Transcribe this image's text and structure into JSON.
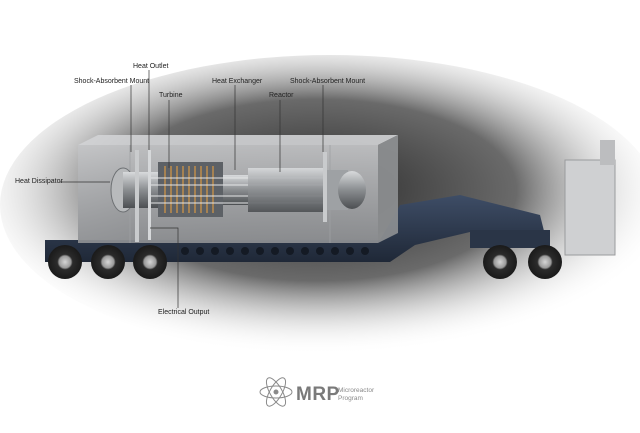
{
  "labels": {
    "heat_outlet": "Heat Outlet",
    "shock_mount_left": "Shock-Absorbent Mount",
    "heat_exchanger": "Heat Exchanger",
    "shock_mount_right": "Shock-Absorbent Mount",
    "turbine": "Turbine",
    "reactor": "Reactor",
    "heat_dissipator": "Heat Dissipator",
    "electrical_output": "Electrical Output"
  },
  "logo": {
    "acronym": "MRP",
    "line1": "Microreactor",
    "line2": "Program"
  },
  "colors": {
    "trailer": "#2d3a4f",
    "container": "#a7a9ac",
    "shadow": "#3c3c3c",
    "leader": "#333333"
  }
}
